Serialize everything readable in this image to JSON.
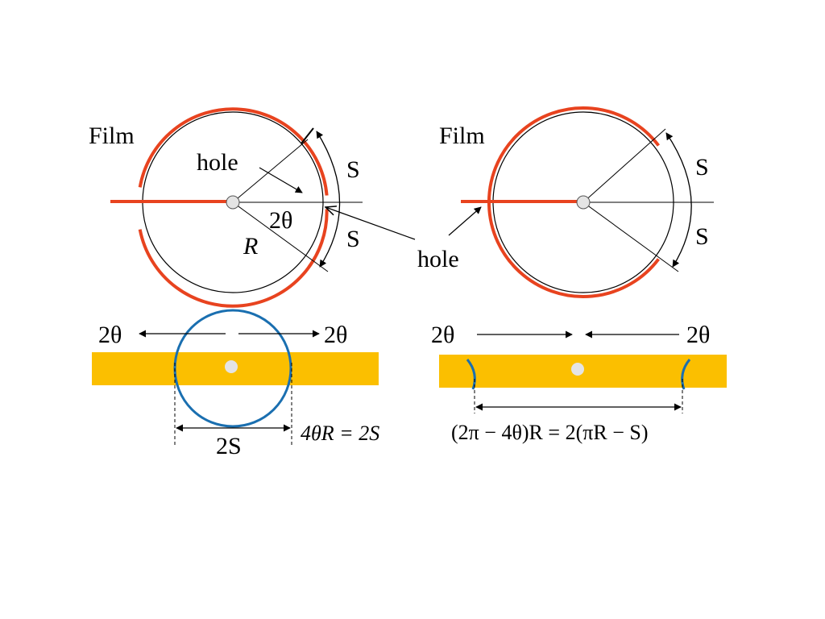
{
  "colors": {
    "film": "#e8431f",
    "strip": "#fbbf00",
    "ring": "#1a6fb0",
    "hole_fill": "#e4e4e4",
    "line": "#000000"
  },
  "left_diagram": {
    "film_label": "Film",
    "hole_label": "hole",
    "angle_label": "2θ",
    "radius_label": "R",
    "arc_label_top": "S",
    "arc_label_bottom": "S"
  },
  "right_diagram": {
    "film_label": "Film",
    "hole_label": "hole",
    "arc_label_top": "S",
    "arc_label_bottom": "S"
  },
  "left_strip": {
    "left_angle_label": "2θ",
    "right_angle_label": "2θ",
    "width_label": "2S",
    "equation": "4θR = 2S"
  },
  "right_strip": {
    "left_angle_label": "2θ",
    "right_angle_label": "2θ",
    "equation": "(2π − 4θ)R = 2(πR − S)"
  }
}
